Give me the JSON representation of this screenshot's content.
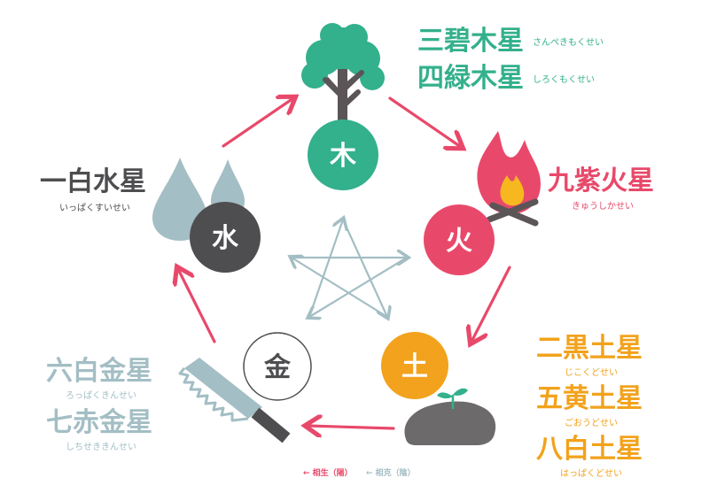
{
  "colors": {
    "wood": "#33b08c",
    "fire": "#e8496a",
    "earth": "#f2a21c",
    "metal": "#a3bec4",
    "water": "#4e4d4f",
    "arrow_generating": "#e8496a",
    "arrow_overcoming": "#a3bec4",
    "soil": "#6d6a6b",
    "trunk": "#5b5557",
    "flame_inner": "#f6b81e"
  },
  "elements": {
    "wood": "木",
    "fire": "火",
    "earth": "土",
    "metal": "金",
    "water": "水"
  },
  "stars": {
    "wood": [
      {
        "name": "三碧木星",
        "reading": "さんぺきもくせい"
      },
      {
        "name": "四緑木星",
        "reading": "しろくもくせい"
      }
    ],
    "fire": [
      {
        "name": "九紫火星",
        "reading": "きゅうしかせい"
      }
    ],
    "earth": [
      {
        "name": "二黒土星",
        "reading": "じこくどせい"
      },
      {
        "name": "五黄土星",
        "reading": "ごおうどせい"
      },
      {
        "name": "八白土星",
        "reading": "はっぱくどせい"
      }
    ],
    "metal": [
      {
        "name": "六白金星",
        "reading": "ろっぱくきんせい"
      },
      {
        "name": "七赤金星",
        "reading": "しちせききんせい"
      }
    ],
    "water": [
      {
        "name": "一白水星",
        "reading": "いっぱくすいせい"
      }
    ]
  },
  "legend": {
    "generating": "← 相生（陽）",
    "overcoming": "← 相克（陰）"
  },
  "icons": [
    "tree-icon",
    "campfire-icon",
    "sprout-soil-icon",
    "saw-icon",
    "water-drops-icon"
  ]
}
